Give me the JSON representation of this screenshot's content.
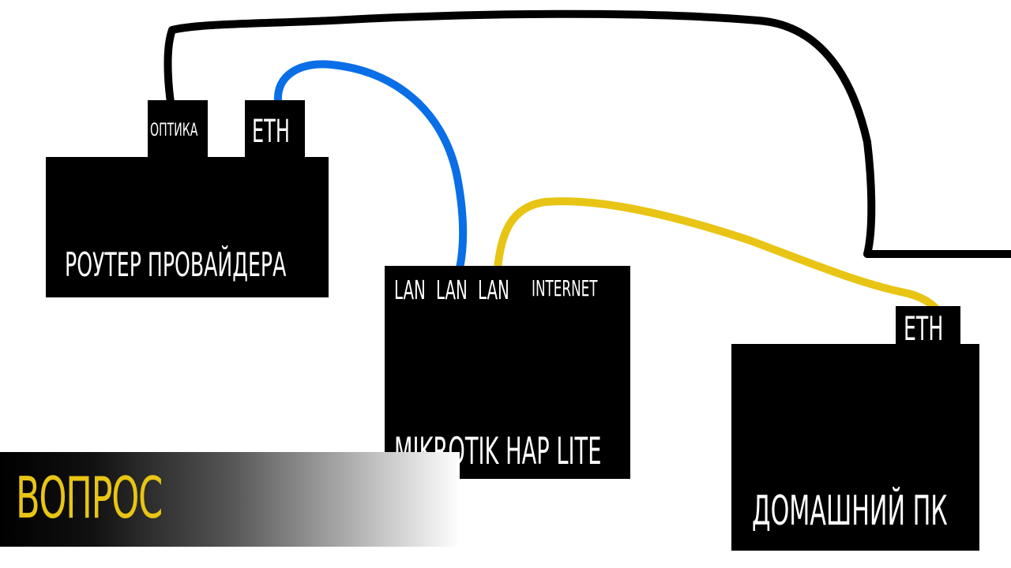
{
  "router": {
    "title": "РОУТЕР ПРОВАЙДЕРА",
    "port_optika": "ОПТИКА",
    "port_eth": "ETH"
  },
  "mikrotik": {
    "ports": [
      "LAN",
      "LAN",
      "LAN",
      "INTERNET"
    ],
    "title": "MIKROTIK HAP LITE"
  },
  "home_pc": {
    "title": "ДОМАШНИЙ ПК",
    "port_eth": "ETH"
  },
  "banner": {
    "text": "ВОПРОС"
  },
  "colors": {
    "box": "#000000",
    "text": "#ffffff",
    "cable_optic": "#000000",
    "cable_router_to_mikrotik": "#0a6ee6",
    "cable_mikrotik_to_pc": "#e8c514",
    "banner_text": "#e8c514"
  }
}
